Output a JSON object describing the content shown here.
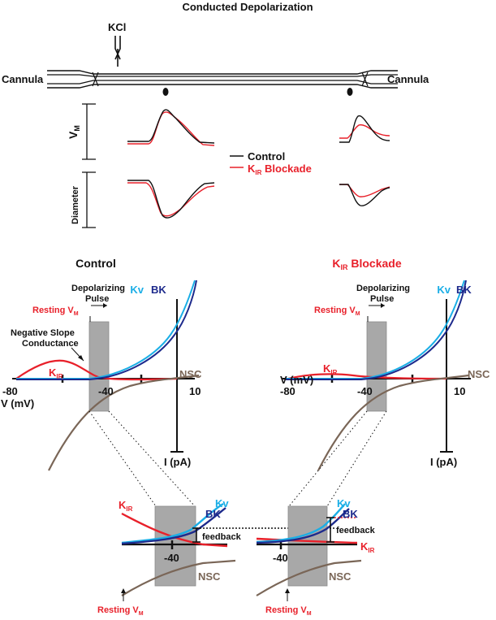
{
  "title": "Conducted Depolarization",
  "top": {
    "kcl": "KCl",
    "cannula_left": "Cannula",
    "cannula_right": "Cannula",
    "vm_label": "V",
    "vm_sub": "M",
    "diameter_label": "Diameter",
    "legend": {
      "control": "Control",
      "kir_main": "K",
      "kir_sub": "IR",
      "kir_suffix": " Blockade"
    }
  },
  "panels": {
    "control": {
      "title": "Control",
      "depol_line1": "Depolarizing",
      "depol_line2": "Pulse",
      "resting": "Resting V",
      "resting_sub": "M",
      "nsc_label_line1": "Negative Slope",
      "nsc_label_line2": "Conductance",
      "kv": "Kv",
      "bk": "BK",
      "kir": "K",
      "kir_sub": "IR",
      "nsc": "NSC",
      "tick_m80": "-80",
      "tick_m40": "-40",
      "tick_10": "10",
      "x_axis": "V (mV)",
      "y_axis": "I (pA)"
    },
    "blockade": {
      "title_main": "K",
      "title_sub": "IR",
      "title_suffix": " Blockade",
      "depol_line1": "Depolarizing",
      "depol_line2": "Pulse",
      "resting": "Resting V",
      "resting_sub": "M",
      "kv": "Kv",
      "bk": "BK",
      "kir": "K",
      "kir_sub": "IR",
      "nsc": "NSC",
      "tick_m80": "-80",
      "tick_m40": "-40",
      "tick_10": "10",
      "x_axis": "V (mV)",
      "y_axis": "I (pA)"
    }
  },
  "zoom": {
    "left": {
      "kir": "K",
      "kir_sub": "IR",
      "kv": "Kv",
      "bk": "BK",
      "feedback": "feedback",
      "tick": "-40",
      "nsc": "NSC",
      "resting": "Resting V",
      "resting_sub": "M"
    },
    "right": {
      "kv": "Kv",
      "bk": "BK",
      "feedback": "feedback",
      "kir": "K",
      "kir_sub": "IR",
      "tick": "-40",
      "nsc": "NSC",
      "resting": "Resting V",
      "resting_sub": "M"
    }
  },
  "colors": {
    "control_trace": "#111111",
    "kir_blockade": "#e8202a",
    "kv": "#1aaee6",
    "bk": "#1d2a8c",
    "nsc": "#7a6657",
    "shade": "#a8a8a8"
  }
}
